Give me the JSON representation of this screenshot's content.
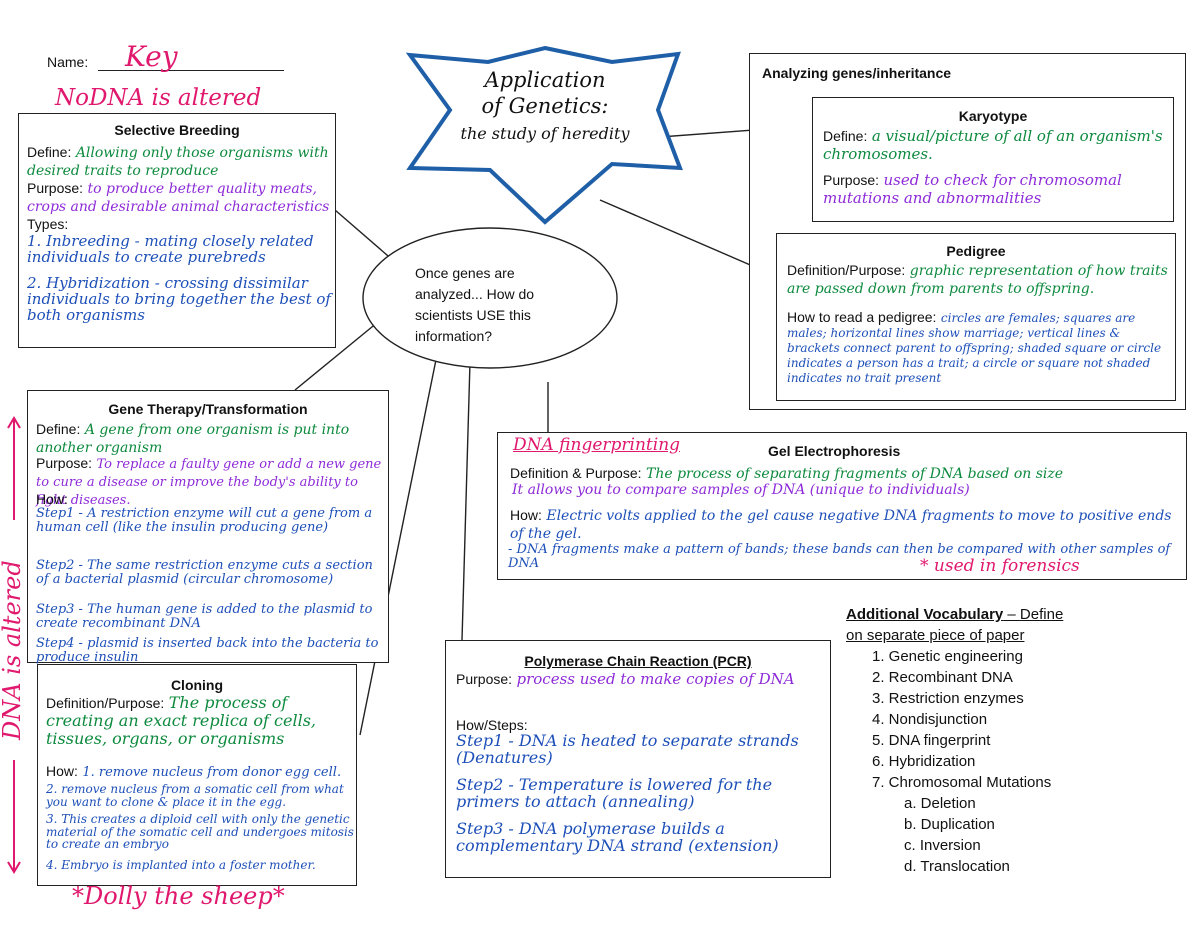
{
  "header": {
    "name_label": "Name:",
    "name_value": "Key",
    "no_dna_note": "NoDNA is altered",
    "dna_altered_note": "DNA is altered"
  },
  "center": {
    "star_line1": "Application",
    "star_line2": "of Genetics:",
    "star_line3": "the study of heredity",
    "oval_text": "Once genes are analyzed... How do scientists USE this information?"
  },
  "selective_breeding": {
    "title": "Selective Breeding",
    "define_label": "Define:",
    "define_value": "Allowing only those organisms with desired traits to reproduce",
    "purpose_label": "Purpose:",
    "purpose_value": "to produce better quality meats, crops and desirable animal characteristics",
    "types_label": "Types:",
    "type1": "1. Inbreeding - mating closely related individuals to create purebreds",
    "type2": "2. Hybridization - crossing dissimilar individuals to bring together the best of both organisms"
  },
  "gene_therapy": {
    "title": "Gene Therapy/Transformation",
    "define_label": "Define:",
    "define_value": "A gene from one organism is put into another organism",
    "purpose_label": "Purpose:",
    "purpose_value": "To replace a faulty gene or add a new gene to cure a disease or improve the body's ability to fight diseases.",
    "how_label": "How:",
    "step1": "Step1 - A restriction enzyme will cut a gene from a human cell (like the insulin producing gene)",
    "step2": "Step2 - The same restriction enzyme cuts a section of a bacterial plasmid (circular chromosome)",
    "step3": "Step3 - The human gene is added to the plasmid to create recombinant DNA",
    "step4": "Step4 - plasmid is inserted back into the bacteria to produce insulin"
  },
  "cloning": {
    "title": "Cloning",
    "def_label": "Definition/Purpose:",
    "def_value": "The process of creating an exact replica of cells, tissues, organs, or organisms",
    "how_label": "How:",
    "step1": "1. remove nucleus from donor egg cell.",
    "step2": "2. remove nucleus from a somatic cell from what you want to clone & place it in the egg.",
    "step3": "3. This creates a diploid cell with only the genetic material of the somatic cell and undergoes mitosis to create an embryo",
    "step4": "4. Embryo is implanted into a foster mother.",
    "dolly": "*Dolly the sheep*"
  },
  "analyzing": {
    "title": "Analyzing genes/inheritance",
    "karyotype_title": "Karyotype",
    "k_define_label": "Define:",
    "k_define_value": "a visual/picture of all of an organism's chromosomes.",
    "k_purpose_label": "Purpose:",
    "k_purpose_value": "used to check for chromosomal mutations and abnormalities",
    "pedigree_title": "Pedigree",
    "p_def_label": "Definition/Purpose:",
    "p_def_value": "graphic representation of how traits are passed down from parents to offspring.",
    "p_how_label": "How to read a pedigree:",
    "p_how_value": "circles are females; squares are males; horizontal lines show marriage; vertical lines & brackets connect parent to offspring; shaded square or circle indicates a person has a trait; a circle or square not shaded indicates no trait present"
  },
  "gel": {
    "title": "Gel Electrophoresis",
    "alt_name": "DNA fingerprinting",
    "def_label": "Definition & Purpose:",
    "def_value": "The process of separating fragments of DNA based on size",
    "def_value2": "It allows you to compare samples of DNA (unique to individuals)",
    "how_label": "How:",
    "how_value": "Electric volts applied to the gel cause negative DNA fragments to move to positive ends of the gel.",
    "how_value2": "- DNA fragments make a pattern of bands; these bands can then be compared with other samples of DNA",
    "note": "* used in forensics"
  },
  "pcr": {
    "title": "Polymerase Chain Reaction (PCR)",
    "purpose_label": "Purpose:",
    "purpose_value": "process used to make copies of DNA",
    "how_label": "How/Steps:",
    "step1": "Step1 - DNA is heated to separate strands (Denatures)",
    "step2": "Step2 - Temperature is lowered for the primers to attach (annealing)",
    "step3": "Step3 - DNA polymerase builds a complementary DNA strand (extension)"
  },
  "vocab": {
    "heading": "Additional Vocabulary",
    "heading_rest": " – Define",
    "sub": "on separate piece of paper",
    "items": [
      "1.  Genetic engineering",
      "2.  Recombinant DNA",
      "3.  Restriction enzymes",
      "4.  Nondisjunction",
      "5.  DNA fingerprint",
      "6.  Hybridization",
      "7.  Chromosomal Mutations"
    ],
    "subitems": [
      "a.  Deletion",
      "b.  Duplication",
      "c.  Inversion",
      "d.  Translocation"
    ]
  }
}
